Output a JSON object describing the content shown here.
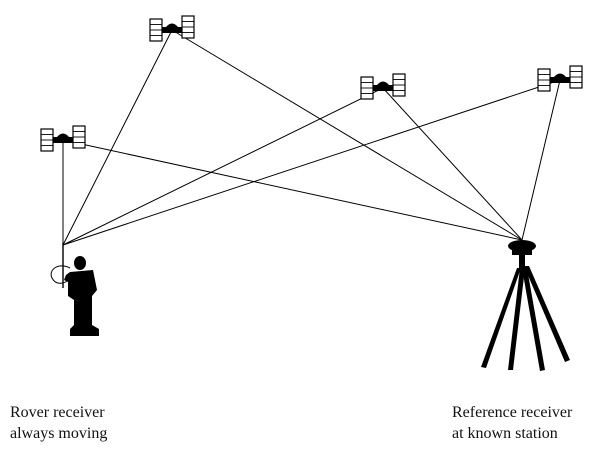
{
  "rover": {
    "caption_line1": "Rover receiver",
    "caption_line2": "always moving"
  },
  "reference": {
    "caption_line1": "Reference receiver",
    "caption_line2": "at known station"
  },
  "colors": {
    "ink": "#000000",
    "background": "#ffffff"
  },
  "icons": {
    "satellite": "satellite-icon",
    "rover": "surveyor-with-rover-pole-icon",
    "reference": "tripod-receiver-icon"
  },
  "satellite_count": 4
}
